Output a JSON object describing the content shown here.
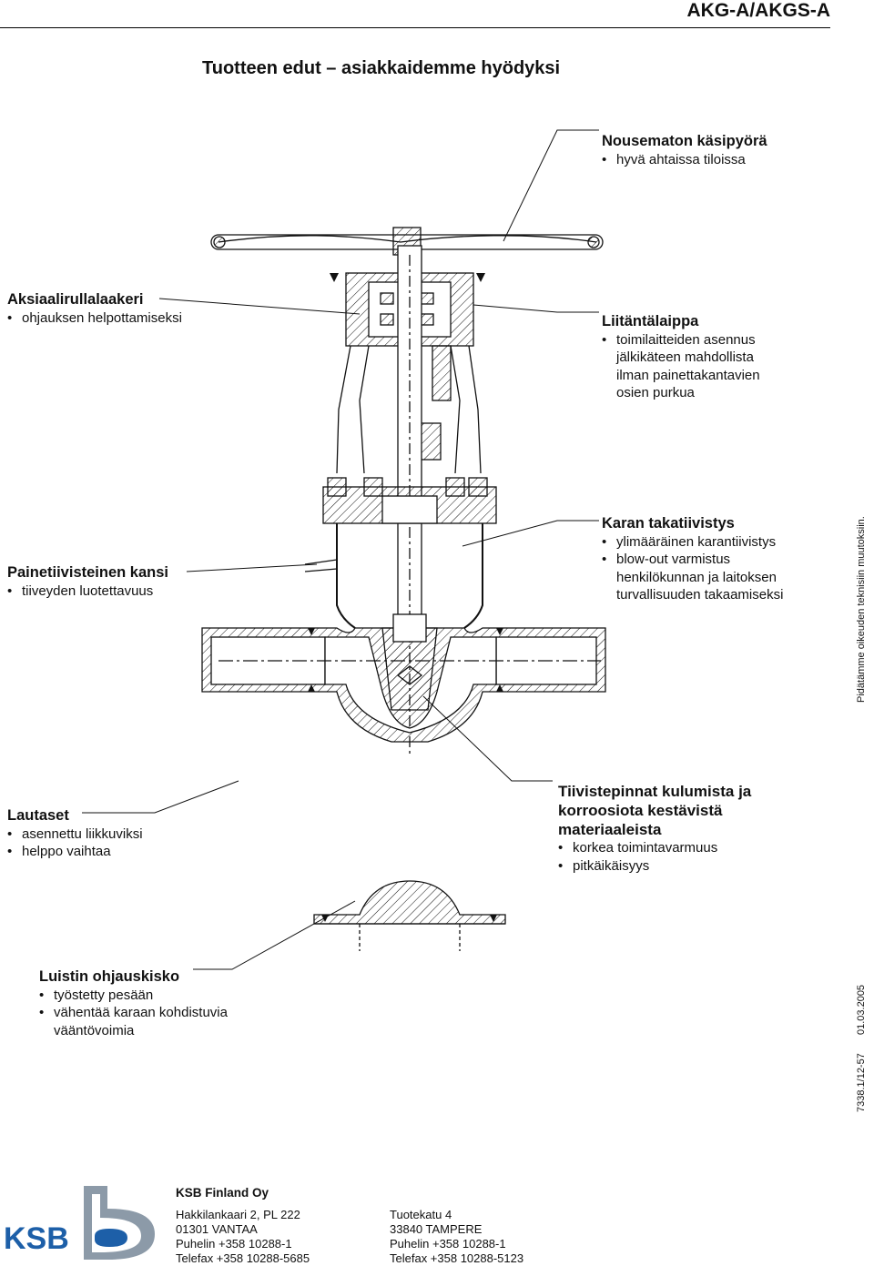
{
  "header": {
    "code": "AKG-A/AKGS-A",
    "title": "Tuotteen edut – asiakkaidemme hyödyksi"
  },
  "callouts": {
    "handwheel": {
      "heading": "Nousematon käsipyörä",
      "bullets": [
        "hyvä ahtaissa tiloissa"
      ]
    },
    "bearing": {
      "heading": "Aksiaalirullalaakeri",
      "bullets": [
        "ohjauksen helpottamiseksi"
      ]
    },
    "flange": {
      "heading": "Liitäntälaippa",
      "bullets": [
        "toimilaitteiden asennus"
      ],
      "continuation": [
        "jälkikäteen mahdollista",
        "ilman painettakantavien",
        "osien purkua"
      ]
    },
    "cover": {
      "heading": "Painetiivisteinen kansi",
      "bullets": [
        "tiiveyden luotettavuus"
      ]
    },
    "backseal": {
      "heading": "Karan takatiivistys",
      "bullets": [
        "ylimääräinen karantiivistys",
        "blow-out varmistus"
      ],
      "continuation": [
        "henkilökunnan ja laitoksen",
        "turvallisuuden takaamiseksi"
      ]
    },
    "discs": {
      "heading": "Lautaset",
      "bullets": [
        "asennettu liikkuviksi",
        "helppo vaihtaa"
      ]
    },
    "seats": {
      "heading_lines": [
        "Tiivistepinnat kulumista ja",
        "korroosiota kestävistä",
        "materiaaleista"
      ],
      "bullets": [
        "korkea toimintavarmuus",
        "pitkäikäisyys"
      ]
    },
    "guide": {
      "heading": "Luistin ohjauskisko",
      "bullets": [
        "työstetty pesään",
        "vähentää karaan kohdistuvia"
      ],
      "continuation": [
        "vääntövoimia"
      ]
    }
  },
  "side_texts": {
    "rights": "Pidätämme oikeuden teknisiin muutoksiin.",
    "date": "01.03.2005",
    "docnum": "7338.1/12-57"
  },
  "footer": {
    "logo_text": "KSB",
    "company": "KSB Finland Oy",
    "office1": [
      "Hakkilankaari 2, PL 222",
      "01301 VANTAA",
      "Puhelin +358 10288-1",
      "Telefax +358 10288-5685"
    ],
    "office2": [
      "Tuotekatu 4",
      "33840 TAMPERE",
      "Puhelin +358 10288-1",
      "Telefax +358 10288-5123"
    ]
  },
  "colors": {
    "ink": "#111111",
    "logo_blue": "#1d5fa8",
    "logo_grey": "#8c9aa8"
  }
}
